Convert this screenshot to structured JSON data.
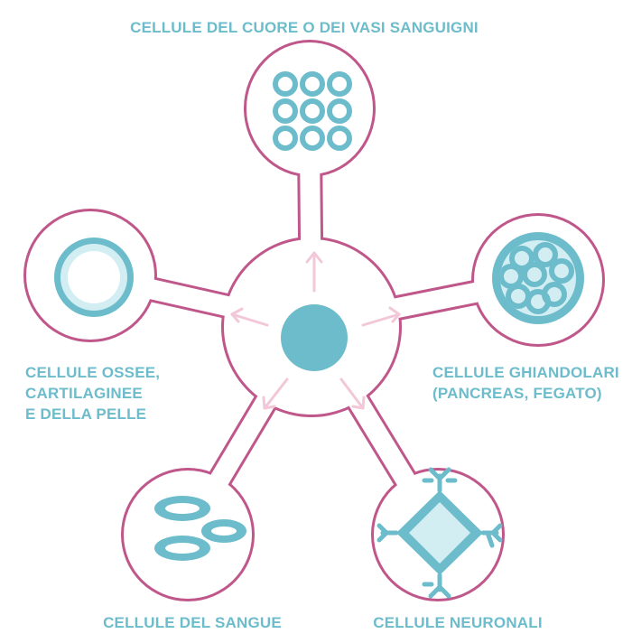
{
  "labels": {
    "heart": "CELLULE DEL CUORE O DEI VASI SANGUIGNI",
    "bone_line1": "CELLULE OSSEE,",
    "bone_line2": "CARTILAGINEE",
    "bone_line3": "E DELLA PELLE",
    "gland_line1": "CELLULE GHIANDOLARI",
    "gland_line2": "(PANCREAS, FEGATO)",
    "blood": "CELLULE DEL SANGUE",
    "neuron": "CELLULE NEURONALI"
  },
  "colors": {
    "outline": "#c0578b",
    "cell": "#6cbccb",
    "cell_light": "#d3eef3",
    "arrow": "#f2c7d8",
    "label": "#6cbccb"
  }
}
